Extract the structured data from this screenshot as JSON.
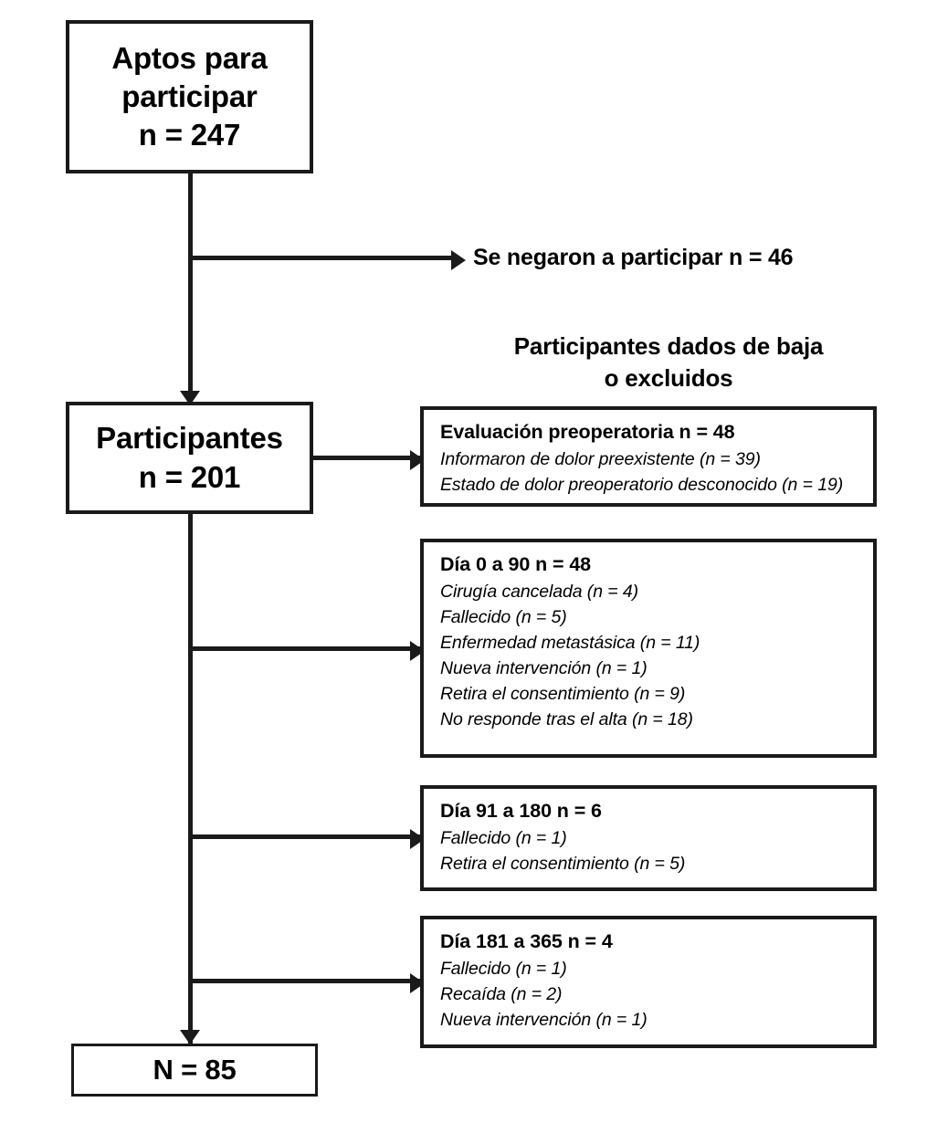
{
  "diagram": {
    "type": "participant-flow-diagram",
    "language": "es",
    "colors": {
      "stroke": "#1a1a1a",
      "background": "#ffffff",
      "text": "#000000"
    },
    "main_nodes": [
      {
        "id": "eligible",
        "lines": [
          "Aptos para",
          "participar",
          "n = 247"
        ],
        "n": 247
      },
      {
        "id": "participants",
        "lines": [
          "Participantes",
          "n = 201"
        ],
        "n": 201
      },
      {
        "id": "final",
        "lines": [
          "N = 85"
        ],
        "n": 85
      }
    ],
    "refused": {
      "label": "Se negaron a participar n = 46",
      "n": 46
    },
    "exclusions_title": {
      "line1": "Participantes dados de baja",
      "line2": "o excluidos"
    },
    "exclusion_boxes": [
      {
        "id": "preop",
        "header": "Evaluación preoperatoria n = 48",
        "n": 48,
        "items": [
          "Informaron de dolor preexistente (n = 39)",
          "Estado de dolor preoperatorio desconocido (n = 19)"
        ]
      },
      {
        "id": "day0-90",
        "header": "Día 0 a 90 n = 48",
        "n": 48,
        "items": [
          "Cirugía cancelada (n = 4)",
          "Fallecido (n = 5)",
          "Enfermedad metastásica (n = 11)",
          "Nueva intervención (n = 1)",
          "Retira el consentimiento (n = 9)",
          "No responde tras el alta (n = 18)"
        ]
      },
      {
        "id": "day91-180",
        "header": "Día 91 a 180 n = 6",
        "n": 6,
        "items": [
          "Fallecido (n = 1)",
          "Retira el consentimiento (n = 5)"
        ]
      },
      {
        "id": "day181-365",
        "header": "Día 181 a 365 n = 4",
        "n": 4,
        "items": [
          "Fallecido (n = 1)",
          "Recaída (n = 2)",
          "Nueva intervención (n = 1)"
        ]
      }
    ]
  }
}
